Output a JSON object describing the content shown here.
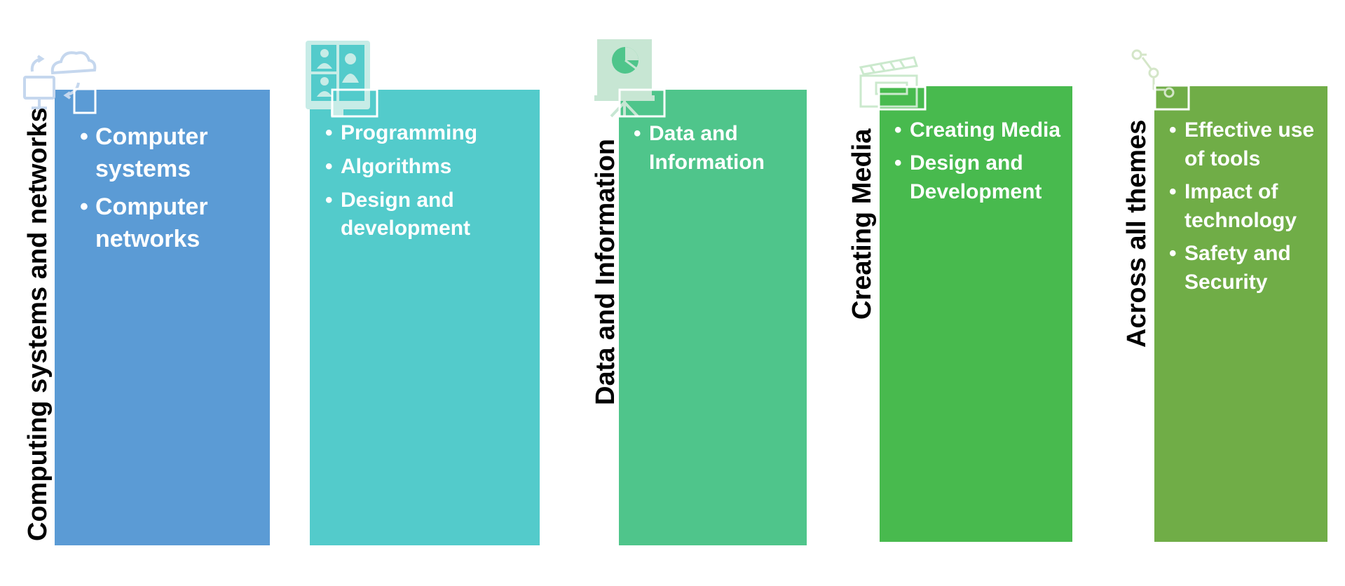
{
  "themes": [
    {
      "title": "Computing systems and networks",
      "color": "#5b9bd5",
      "icon": "computer-cloud-icon",
      "items": [
        "Computer systems",
        "Computer networks"
      ]
    },
    {
      "title": "",
      "color": "#53cbcb",
      "icon": "video-call-monitor-icon",
      "items": [
        "Programming",
        "Algorithms",
        "Design and development"
      ]
    },
    {
      "title": "Data and Information",
      "color": "#4fc58b",
      "icon": "presentation-pie-chart-icon",
      "items": [
        "Data and Information"
      ]
    },
    {
      "title": "Creating Media",
      "color": "#48ba4e",
      "icon": "clapperboard-icon",
      "items": [
        "Creating Media",
        "Design and Development"
      ]
    },
    {
      "title": "Across all themes",
      "color": "#70ad47",
      "icon": "circuit-nodes-icon",
      "items": [
        "Effective use of tools",
        "Impact of technology",
        "Safety and Security"
      ]
    }
  ]
}
